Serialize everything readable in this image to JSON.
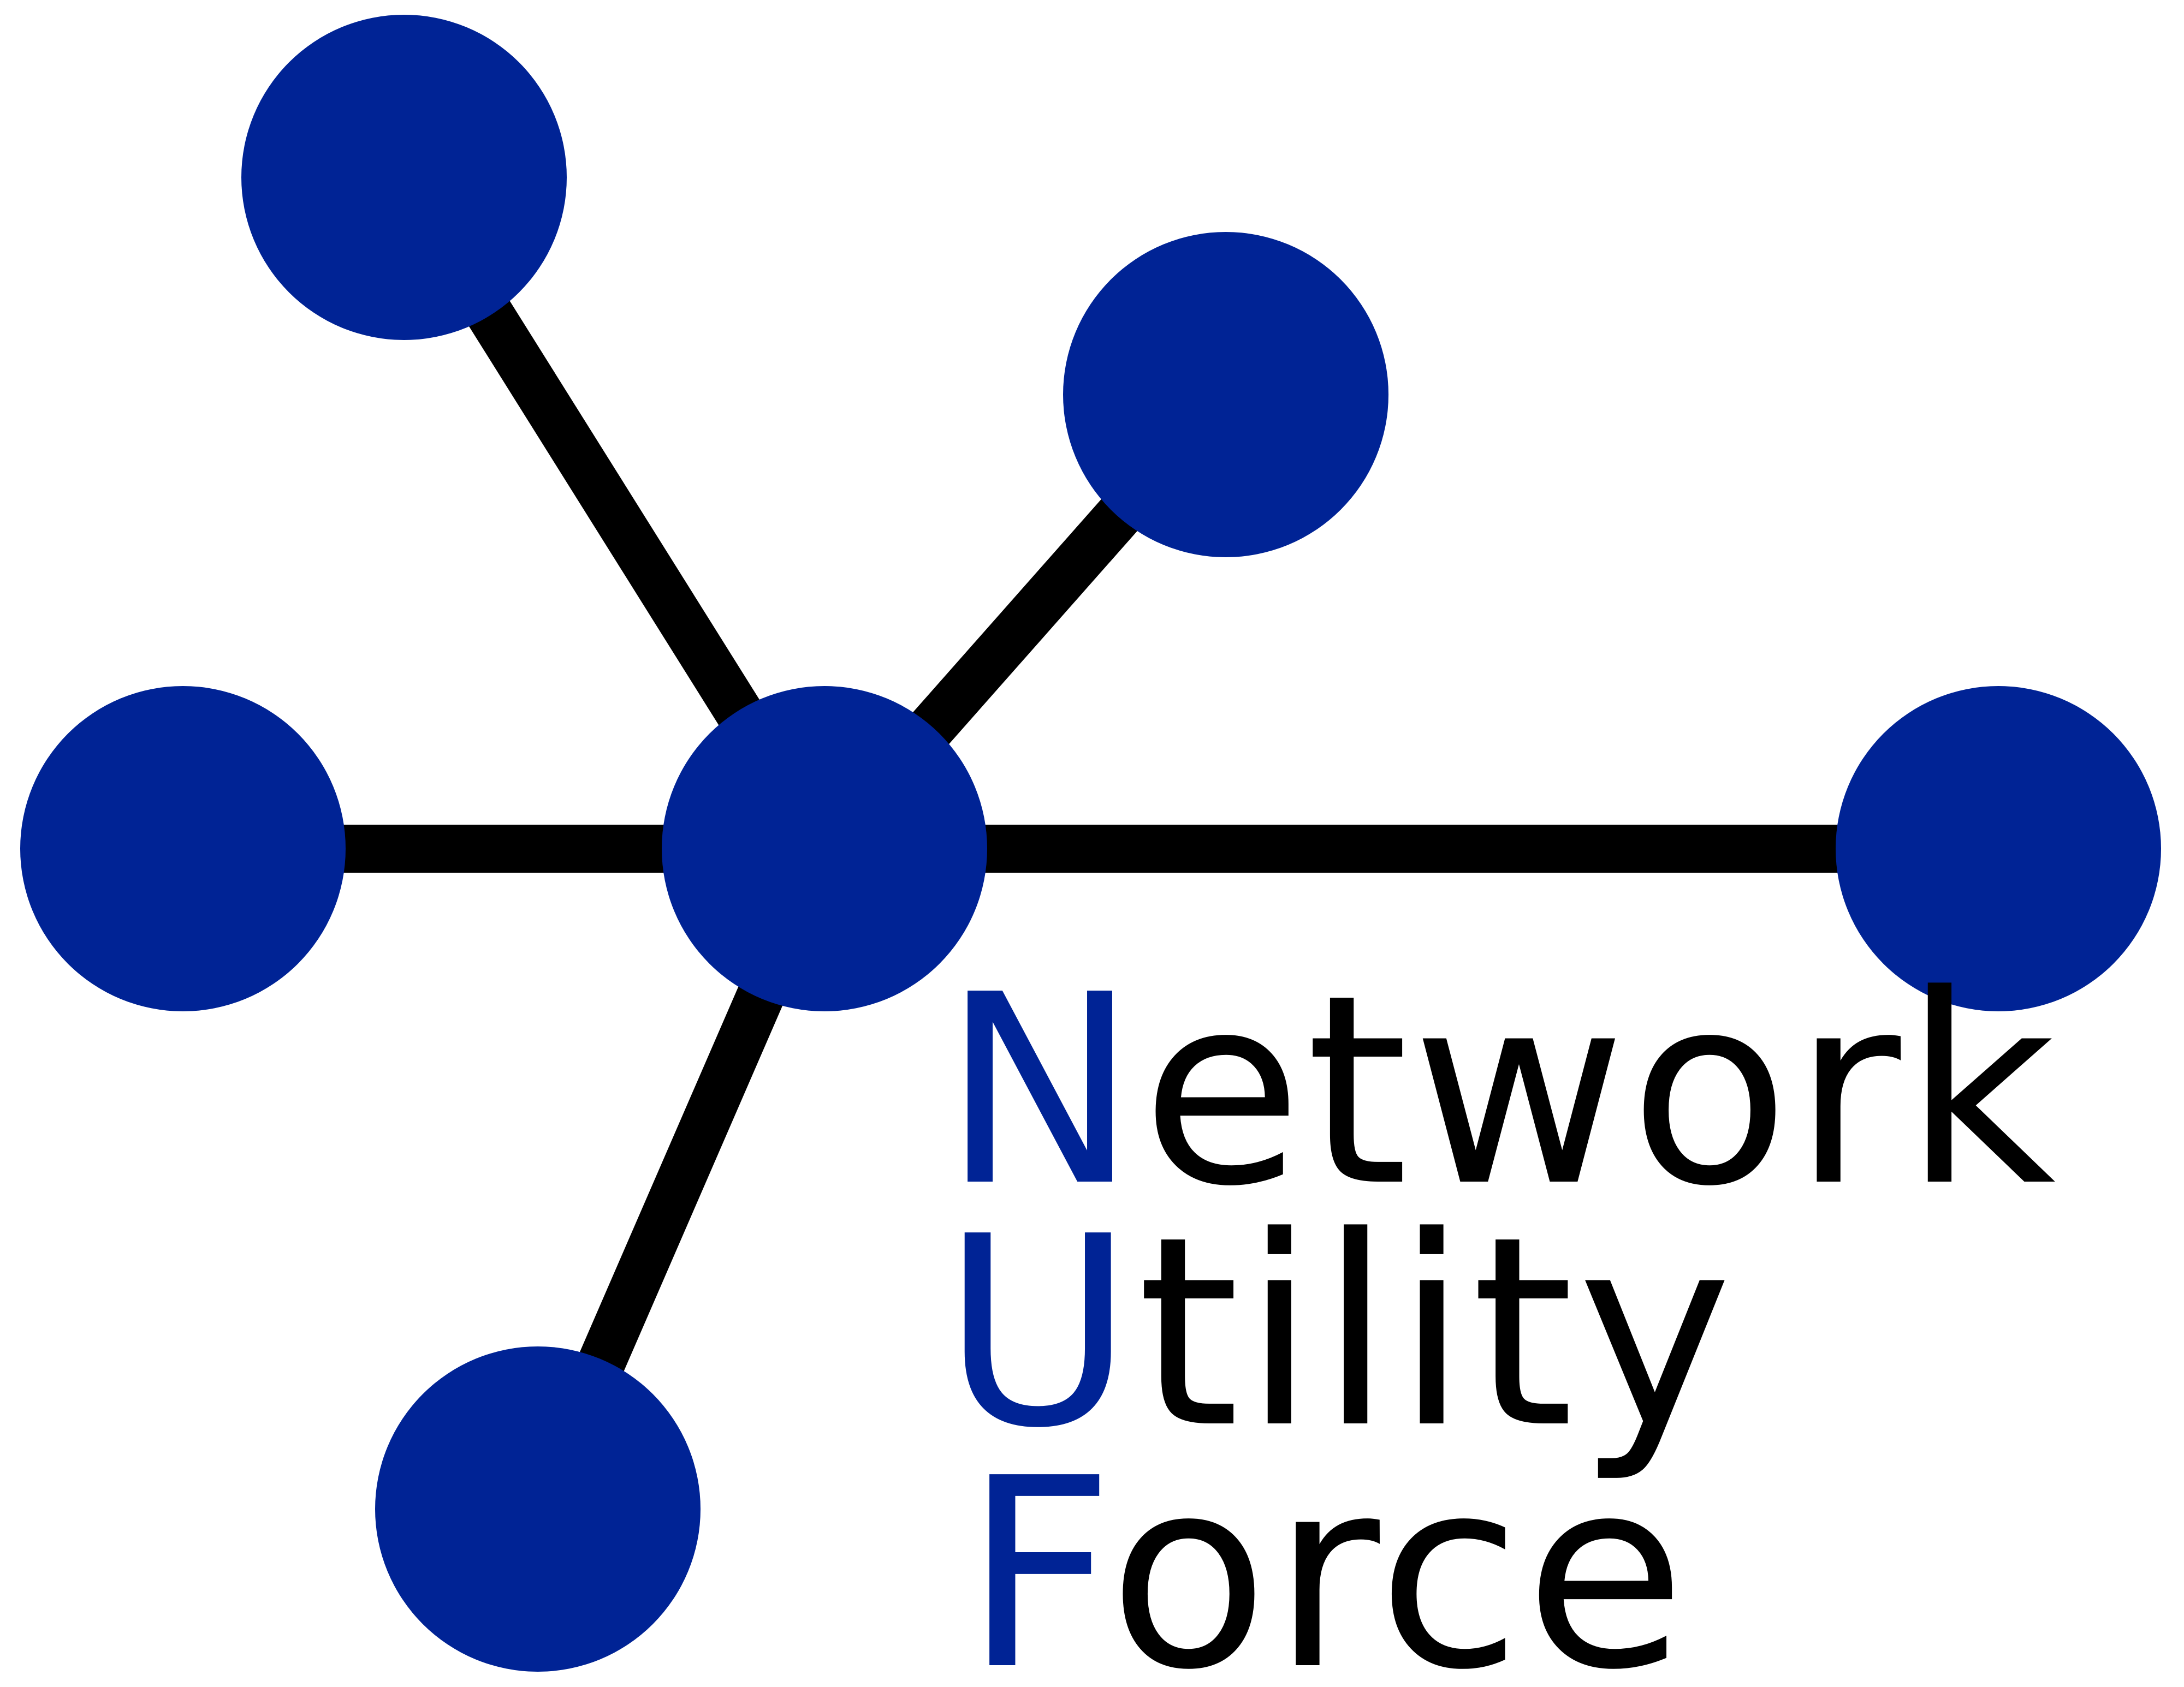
{
  "logo": {
    "words": [
      {
        "initial": "N",
        "rest": "etwork"
      },
      {
        "initial": "U",
        "rest": "tility"
      },
      {
        "initial": "F",
        "rest": "orce"
      }
    ],
    "colors": {
      "node": "#002395",
      "initial_letter": "#002395",
      "text": "#000000",
      "edge": "#000000",
      "background": "#ffffff"
    },
    "graph": {
      "node_count": 6,
      "hub_degree": 5
    }
  }
}
